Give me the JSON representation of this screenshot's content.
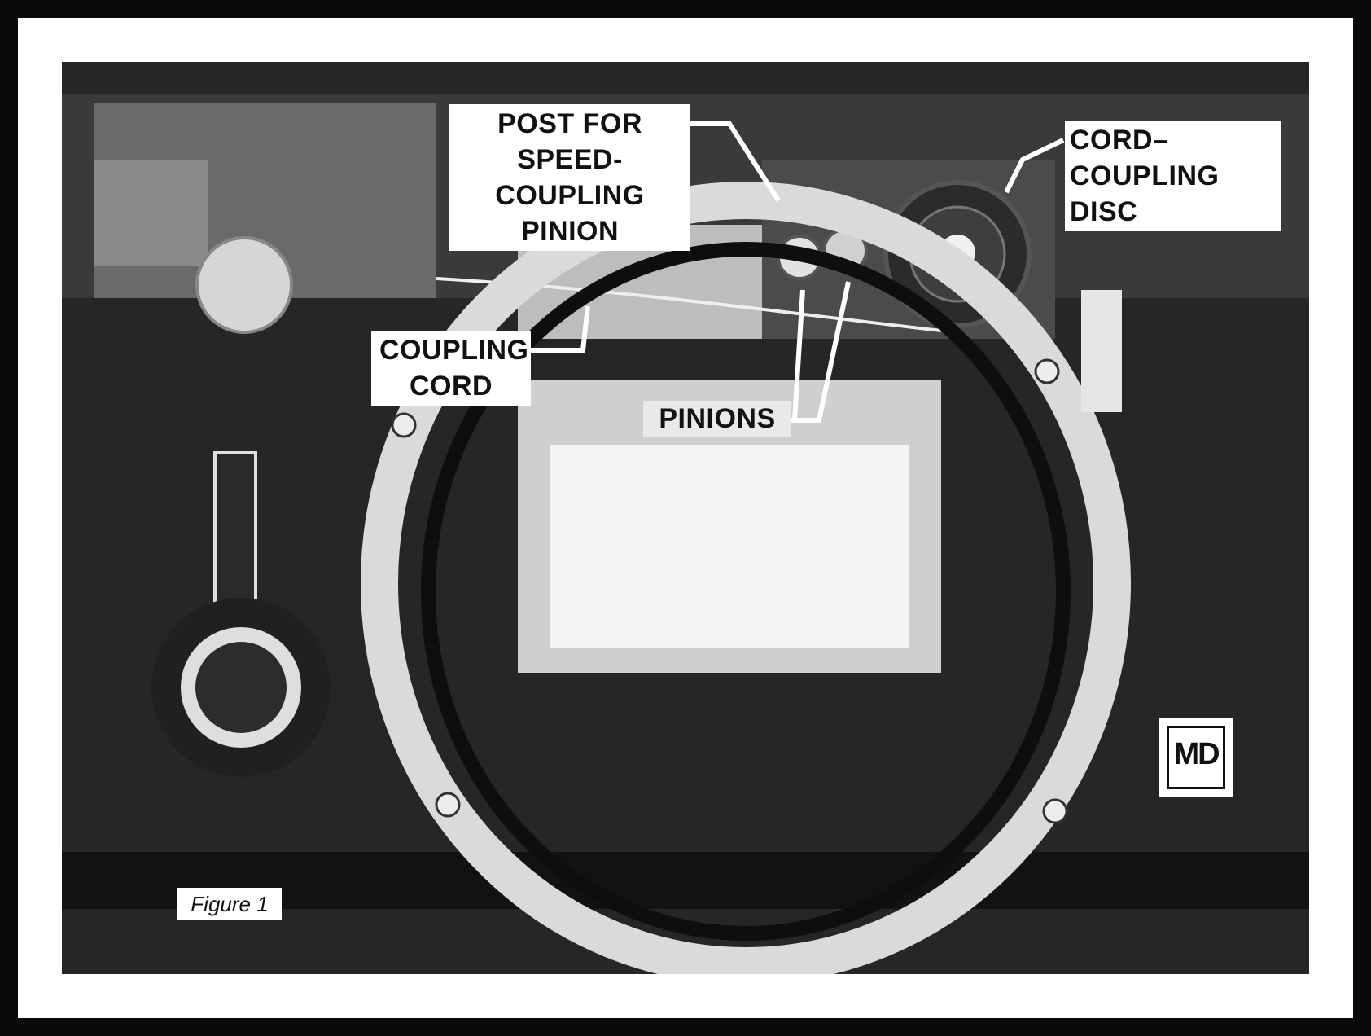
{
  "labels": {
    "post_line1": "POST FOR",
    "post_line2": "SPEED-COUPLING",
    "post_line3": "PINION",
    "cord_disc_line1": "CORD–",
    "cord_disc_line2": "COUPLING",
    "cord_disc_line3": "DISC",
    "coupling_cord_line1": "COUPLING",
    "coupling_cord_line2": "CORD",
    "pinions": "PINIONS"
  },
  "badge": "MD",
  "caption": "Figure 1",
  "colors": {
    "frame": "#ffffff",
    "background": "#0a0a0a",
    "photo_dark": "#1b1b1b",
    "metal": "#d8d8d8"
  }
}
